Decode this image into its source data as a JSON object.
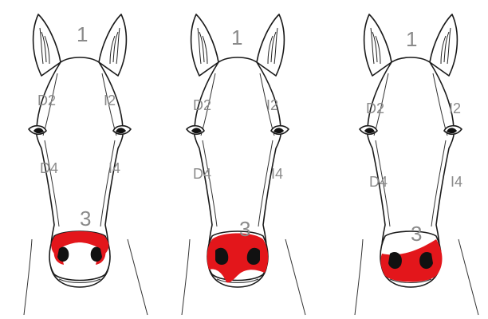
{
  "figure": {
    "panels": [
      {
        "id": "left",
        "labels": {
          "top": "1",
          "upper_left": "D2",
          "upper_right": "I2",
          "lower_left": "D4",
          "lower_right": "I4",
          "muzzle": "3"
        },
        "marking_color": "#e3161b"
      },
      {
        "id": "middle",
        "labels": {
          "top": "1",
          "upper_left": "D2",
          "upper_right": "I2",
          "lower_left": "D4",
          "lower_right": "I4",
          "muzzle": "3"
        },
        "marking_color": "#e3161b"
      },
      {
        "id": "right",
        "labels": {
          "top": "1",
          "upper_left": "D2",
          "upper_right": "I2",
          "lower_left": "D4",
          "lower_right": "I4",
          "muzzle": "3"
        },
        "marking_color": "#e3161b"
      }
    ]
  }
}
